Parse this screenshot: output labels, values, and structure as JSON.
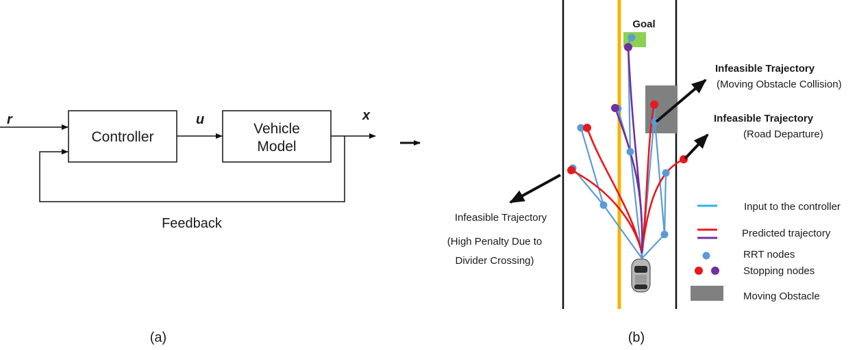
{
  "block_diagram": {
    "input_label": "r",
    "controller_label": "Controller",
    "control_label": "u",
    "plant_label_line1": "Vehicle",
    "plant_label_line2": "Model",
    "output_label": "x",
    "feedback_label": "Feedback",
    "caption": "(a)"
  },
  "planner_diagram": {
    "goal_label": "Goal",
    "annotations": [
      {
        "title": "Infeasible Trajectory",
        "detail": "(Moving Obstacle Collision)"
      },
      {
        "title": "Infeasible Trajectory",
        "detail": "(Road Departure)"
      },
      {
        "title": "Infeasible Trajectory",
        "detail_line1": "(High Penalty Due to",
        "detail_line2": "Divider Crossing)"
      }
    ],
    "caption": "(b)"
  },
  "legend": {
    "items": [
      {
        "label": "Input to the controller"
      },
      {
        "label": "Predicted trajectory"
      },
      {
        "label": "RRT nodes"
      },
      {
        "label": "Stopping nodes"
      },
      {
        "label": "Moving Obstacle"
      }
    ]
  },
  "colors": {
    "rrt_edge": "#5b9bd5",
    "rrt_node": "#5b9bd5",
    "predicted_red": "#e8181c",
    "predicted_purple": "#7030a0",
    "divider": "#f5b400",
    "goal": "#8cd150",
    "obstacle": "#808080",
    "input_line": "#29b6e8"
  }
}
